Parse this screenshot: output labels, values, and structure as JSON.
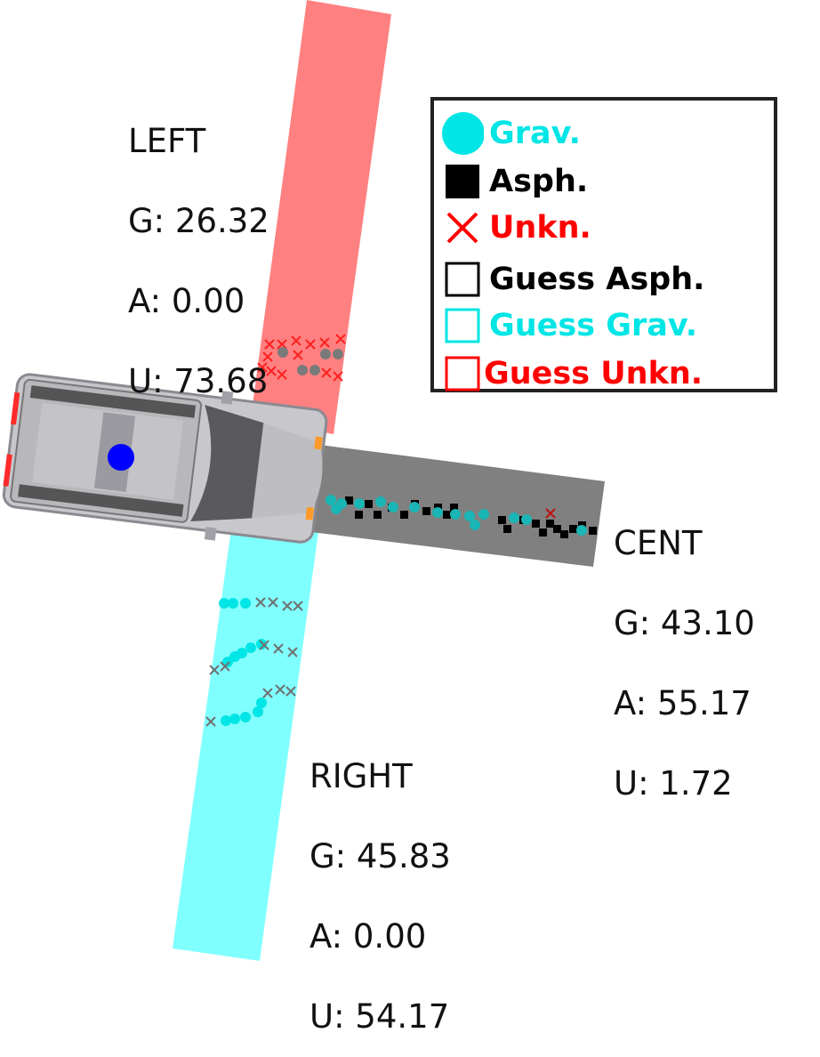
{
  "colors": {
    "left_strip": "#ff8080",
    "center_strip": "#808080",
    "right_strip": "#80ffff",
    "gravel": "#00e5e5",
    "gravel_dark": "#1ab5b5",
    "asphalt": "#000000",
    "unknown": "#ff0000",
    "unknown_gray": "#707070",
    "vehicle_body": "#c8c8cc",
    "vehicle_dark": "#555555",
    "vehicle_marker": "#0000ff"
  },
  "legend": {
    "gravel": "Grav.",
    "asphalt": "Asph.",
    "unknown": "Unkn.",
    "guess_asphalt": "Guess Asph.",
    "guess_gravel": "Guess Grav.",
    "guess_unknown": "Guess Unkn."
  },
  "readouts": {
    "left": {
      "name": "LEFT",
      "g": "G: 26.32",
      "a": "A: 0.00",
      "u": "U: 73.68"
    },
    "center": {
      "name": "CENT",
      "g": "G: 43.10",
      "a": "A: 55.17",
      "u": "U: 1.72"
    },
    "right": {
      "name": "RIGHT",
      "g": "G: 45.83",
      "a": "A: 0.00",
      "u": "U: 54.17"
    }
  },
  "icons": {
    "vehicle": "pickup-truck-top-view",
    "gravel_marker": "filled-circle",
    "asphalt_marker": "filled-square",
    "unknown_marker": "cross",
    "guess_marker": "hollow-square"
  }
}
